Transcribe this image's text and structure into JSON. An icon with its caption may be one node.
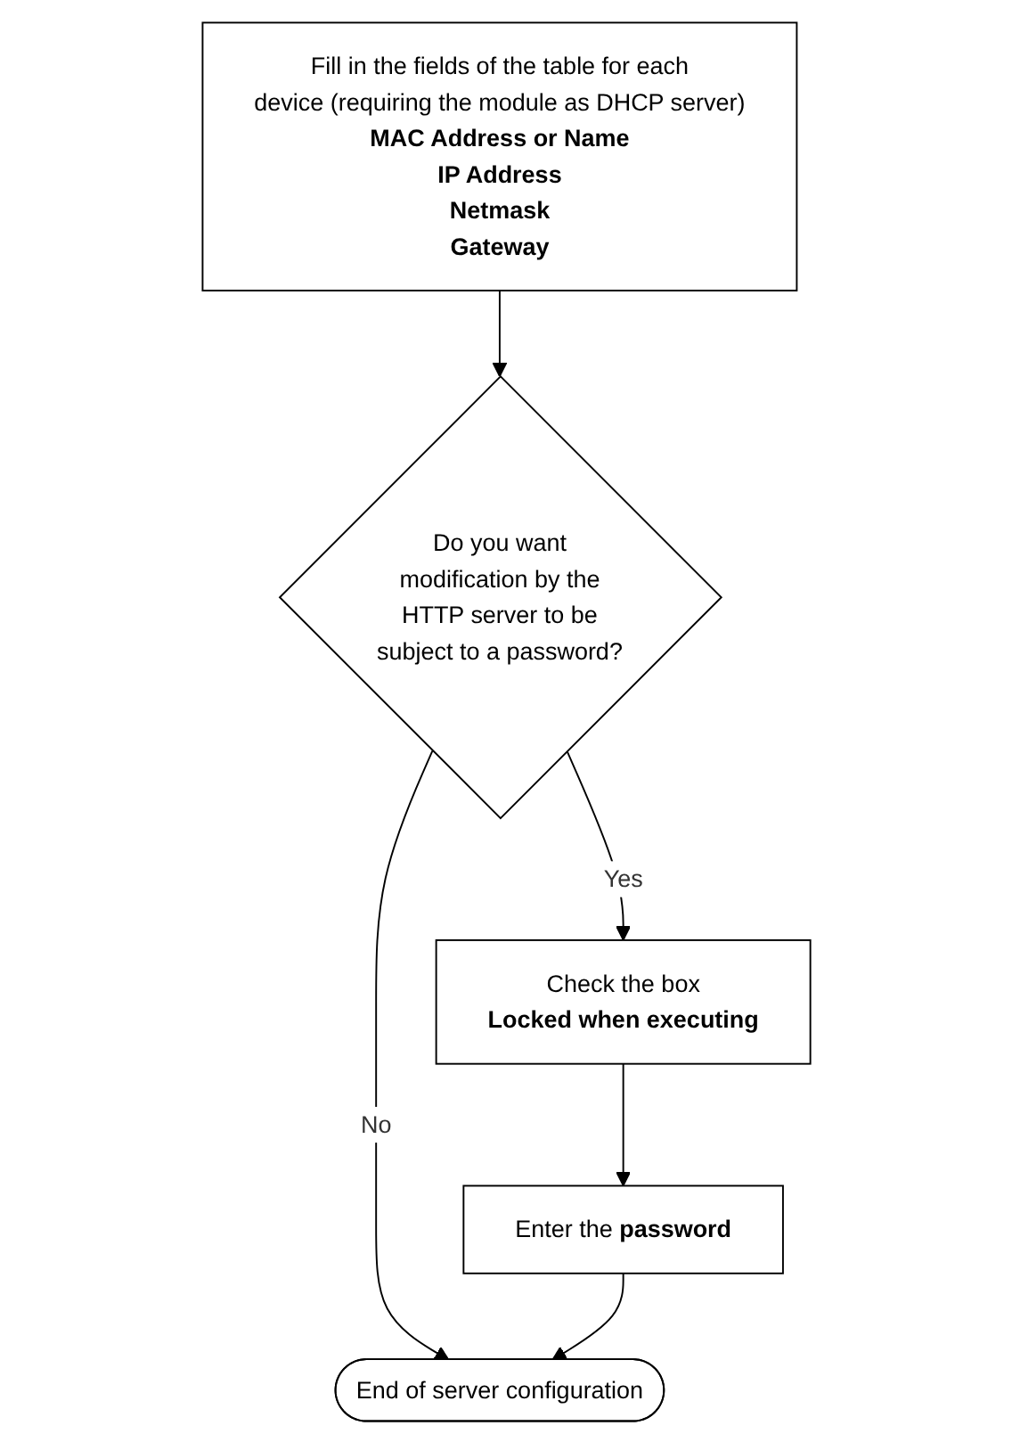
{
  "diagram": {
    "nodes": [
      {
        "text": [
          "Fill in the fields of the table for each device (requiring the module as DHCP server)",
          "MAC Address or Name",
          "IP Address",
          "Netmask",
          "Gateway"
        ]
      },
      {
        "text": [
          "Do you want modification by the HTTP server to be subject to a password?"
        ]
      },
      {
        "text": [
          "Check the box",
          "Locked when executing"
        ]
      },
      {
        "text": [
          "Enter the **password**"
        ]
      },
      {
        "text": [
          "End of server configuration"
        ]
      }
    ],
    "edges": [
      {
        "from": 0,
        "to": 1,
        "arrow": "to"
      },
      {
        "from": 1,
        "to": 2,
        "arrow": "to",
        "label": "Yes"
      },
      {
        "from": 1,
        "to": 4,
        "arrow": "to",
        "label": "No"
      },
      {
        "from": 2,
        "to": 3,
        "arrow": "to"
      },
      {
        "from": 3,
        "to": 4,
        "arrow": "to"
      }
    ]
  }
}
